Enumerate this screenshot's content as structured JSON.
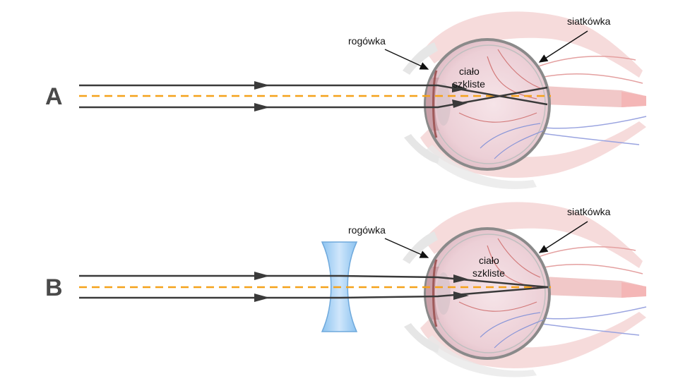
{
  "panels": [
    {
      "letter": "A",
      "labels": {
        "cornea": "rogówka",
        "retina": "siatkówka",
        "vitreous_line1": "ciało",
        "vitreous_line2": "szkliste"
      }
    },
    {
      "letter": "B",
      "labels": {
        "cornea": "rogówka",
        "retina": "siatkówka",
        "vitreous_line1": "ciało",
        "vitreous_line2": "szkliste"
      }
    }
  ],
  "colors": {
    "ray": "#3a3a3a",
    "optical_axis": "#f5a21b",
    "lens": "#a9d3f5",
    "eyeball": "#f2dce0",
    "muscle": "#f0c6c6",
    "vessel_red": "#c94b4b",
    "vessel_blue": "#7f8fd6"
  }
}
